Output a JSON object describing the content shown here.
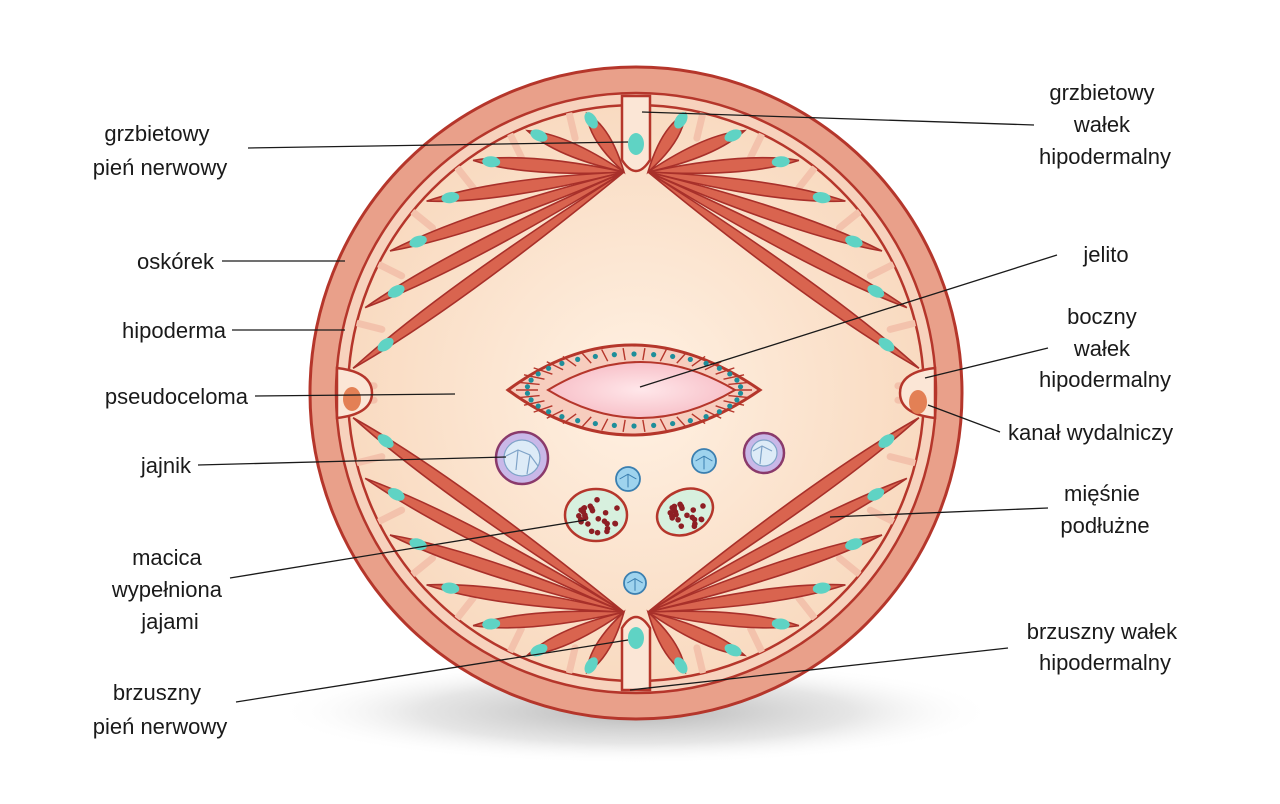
{
  "colors": {
    "cuticle": "#E9A08A",
    "outline": "#B5362B",
    "pseudocoel": "#FBE3CB",
    "muscle": "#D9644F",
    "muscle_light": "#F3C2AC",
    "nucleus": "#5FD3C4",
    "gut_lumen": "#F9C8CF",
    "egg": "#D7F0DE"
  },
  "labels": {
    "dorsal_nerve": [
      "grzbietowy",
      "pień nerwowy"
    ],
    "dorsal_cord": [
      "grzbietowy",
      "wałek",
      "hipodermalny"
    ],
    "cuticle": [
      "oskórek"
    ],
    "intestine": [
      "jelito"
    ],
    "hypodermis": [
      "hipoderma"
    ],
    "lateral_cord": [
      "boczny",
      "wałek",
      "hipodermalny"
    ],
    "pseudocoel": [
      "pseudoceloma"
    ],
    "excretory_canal": [
      "kanał wydalniczy"
    ],
    "ovary": [
      "jajnik"
    ],
    "muscles": [
      "mięśnie",
      "podłużne"
    ],
    "uterus": [
      "macica",
      "wypełniona",
      "jajami"
    ],
    "ventral_cord": [
      "brzuszny wałek",
      "hipodermalny"
    ],
    "ventral_nerve": [
      "brzuszny",
      "pień nerwowy"
    ]
  }
}
